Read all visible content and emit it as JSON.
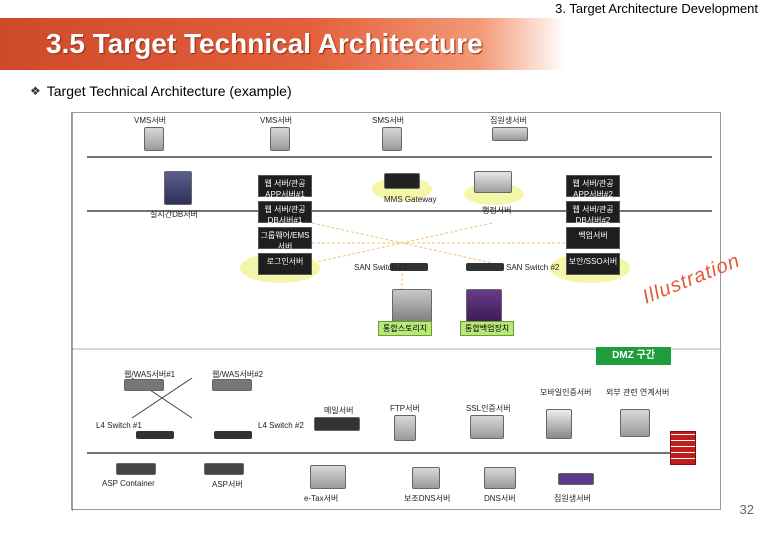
{
  "header": {
    "section": "3. Target Architecture Development",
    "title": "3.5 Target Technical Architecture"
  },
  "bullet": {
    "icon": "diamond-bullet-icon",
    "text": "Target Technical Architecture (example)"
  },
  "diagram": {
    "top_servers": [
      "VMS서버",
      "VMS서버",
      "SMS서버",
      "집원생서버"
    ],
    "left_db": "실시간DB서버",
    "center_stack": [
      "웹 서버/관공 APP서버#1",
      "웹 서버/관공 DB서버#1",
      "그룹웨어/EMS서버",
      "로그인서버"
    ],
    "gateway": "MMS Gateway",
    "middle_device": "행정서버",
    "right_stack": [
      "웹 서버/관공 APP서버#2",
      "웹 서버/관공 DB서버#2",
      "백업서버",
      "보안/SSO서버"
    ],
    "san_switch_1": "SAN Switch #1",
    "san_switch_2": "SAN Switch #2",
    "storage_label": "통합스토리지",
    "backup_label": "통합백업장치",
    "dmz_label": "DMZ 구간",
    "illustration_watermark": "Illustration",
    "lower_left": [
      "웹/WAS서버#1",
      "웹/WAS서버#2"
    ],
    "l4_switch_1": "L4 Switch #1",
    "l4_switch_2": "L4 Switch #2",
    "mail_server": "메일서버",
    "ftp_server": "FTP서버",
    "ssl_server": "SSL인증서버",
    "mobile_server": "모바일인증서버",
    "external_server": "외부 관련 연계서버",
    "asp_container": "ASP Container",
    "asp_server": "ASP서버",
    "bottom_row": [
      "e-Tax서버",
      "보조DNS서버",
      "DNS서버",
      "집원생서버"
    ]
  },
  "page_number": "32",
  "colors": {
    "title_bar": "#d4502e",
    "dmz": "#1f9c3c",
    "watermark": "#e35a3a"
  }
}
